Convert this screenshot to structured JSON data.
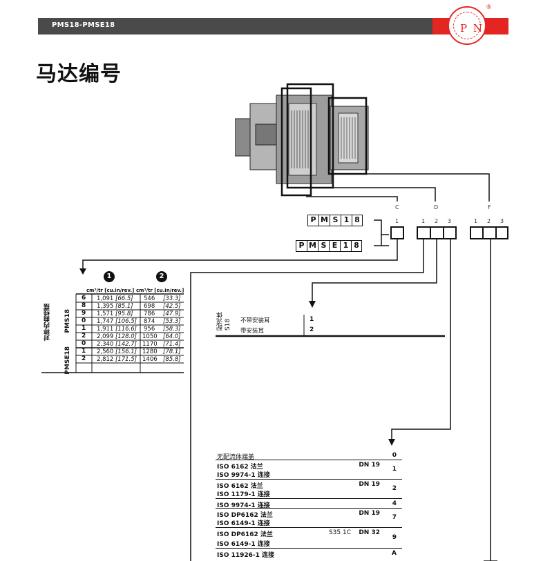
{
  "header": {
    "doc_code": "PMS18-PMSE18",
    "brand_logo": "P N"
  },
  "title": "马达编号",
  "code_letters": [
    "C",
    "D",
    "F"
  ],
  "c_positions": [
    "1"
  ],
  "d_positions": [
    "1",
    "2",
    "3"
  ],
  "f_positions": [
    "1",
    "2",
    "3"
  ],
  "model_codes": {
    "pms18": [
      "P",
      "M",
      "S",
      "1",
      "8"
    ],
    "pmse18": [
      "P",
      "M",
      "S",
      "E",
      "1",
      "8"
    ]
  },
  "displacement_table": {
    "col_markers": [
      "1",
      "2"
    ],
    "unit_col1": "cm³/tr  [cu.in/rev.]",
    "unit_col2": "cm³/tr  [cu.in/rev.]",
    "side_label": "对称内曲线摆",
    "groups": [
      {
        "name": "PMS18",
        "rows": [
          {
            "code": "6",
            "v1": "1,091",
            "v1i": "[66.5]",
            "v2": "546",
            "v2i": "[33.3]"
          },
          {
            "code": "8",
            "v1": "1,395",
            "v1i": "[85.1]",
            "v2": "698",
            "v2i": "[42.5]"
          },
          {
            "code": "9",
            "v1": "1,571",
            "v1i": "[95.8]",
            "v2": "786",
            "v2i": "[47.9]"
          },
          {
            "code": "0",
            "v1": "1,747",
            "v1i": "[106.5]",
            "v2": "874",
            "v2i": "[53.3]"
          },
          {
            "code": "1",
            "v1": "1,911",
            "v1i": "[116.6]",
            "v2": "956",
            "v2i": "[58.3]"
          },
          {
            "code": "2",
            "v1": "2,099",
            "v1i": "[128.0]",
            "v2": "1050",
            "v2i": "[64.0]"
          }
        ]
      },
      {
        "name": "PMSE18",
        "rows": [
          {
            "code": "0",
            "v1": "2,340",
            "v1i": "[142.7]",
            "v2": "1170",
            "v2i": "[71.4]"
          },
          {
            "code": "1",
            "v1": "2,560",
            "v1i": "[156.1]",
            "v2": "1280",
            "v2i": "[78.1]"
          },
          {
            "code": "2",
            "v1": "2,812",
            "v1i": "[171.5]",
            "v2": "1406",
            "v2i": "[85.8]"
          }
        ]
      }
    ]
  },
  "distributor_table": {
    "side_label": "配流体",
    "side_sub": "S18",
    "rows": [
      {
        "label": "不带安装耳",
        "code": "1"
      },
      {
        "label": "带安装耳",
        "code": "2"
      }
    ]
  },
  "port_table": {
    "rows": [
      {
        "line1": "无配流体端盖",
        "line2": "",
        "dn": "",
        "code": "0"
      },
      {
        "line1": "ISO 6162 法兰",
        "line2": "ISO 9974-1 连接",
        "dn": "DN 19",
        "code": "1"
      },
      {
        "line1": "ISO 6162 法兰",
        "line2": "ISO 1179-1 连接",
        "dn": "DN 19",
        "code": "2"
      },
      {
        "line1": "ISO 9974-1 连接",
        "line2": "",
        "dn": "",
        "code": "4"
      },
      {
        "line1": "ISO DP6162 法兰",
        "line2": "ISO 6149-1 连接",
        "dn": "DN 19",
        "code": "7"
      },
      {
        "line1": "ISO DP6162 法兰",
        "line2": "ISO 6149-1 连接",
        "dn_prefix": "S35 1C",
        "dn": "DN 32",
        "code": "9"
      },
      {
        "line1": "ISO 11926-1 连接",
        "line2": "",
        "dn": "",
        "code": "A"
      }
    ]
  }
}
